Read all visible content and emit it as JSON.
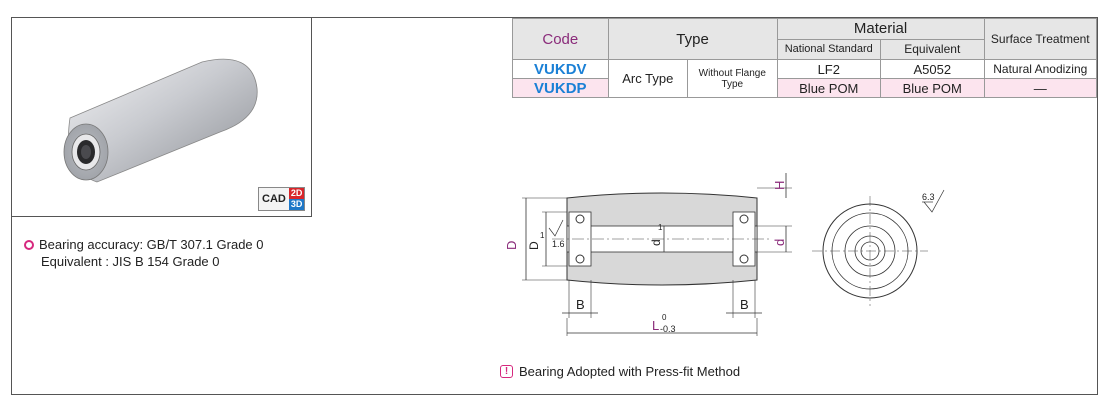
{
  "cad": {
    "label": "CAD",
    "d2": "2D",
    "d3": "3D"
  },
  "notes": {
    "bearing_accuracy": "Bearing accuracy: GB/T 307.1 Grade 0",
    "equivalent": "Equivalent : JIS B 154 Grade 0",
    "press_fit": "Bearing Adopted with Press-fit Method"
  },
  "table": {
    "headers": {
      "code": "Code",
      "type": "Type",
      "material": "Material",
      "national_standard": "National Standard",
      "equivalent": "Equivalent",
      "surface_treatment": "Surface Treatment"
    },
    "type_main": "Arc Type",
    "type_sub": "Without Flange Type",
    "rows": [
      {
        "code": "VUKDV",
        "national": "LF2",
        "equivalent": "A5052",
        "surface": "Natural Anodizing"
      },
      {
        "code": "VUKDP",
        "national": "Blue POM",
        "equivalent": "Blue POM",
        "surface": "—"
      }
    ]
  },
  "drawing_labels": {
    "D": "D",
    "D1": "D",
    "D1_sub": "1",
    "d1": "d",
    "d1_sub": "1",
    "d": "d",
    "H": "H",
    "B_left": "B",
    "B_right": "B",
    "L": "L",
    "tol_upper": "0",
    "tol_lower": "-0.3",
    "roughness_1": "1.6",
    "roughness_2": "6.3"
  },
  "colors": {
    "accent_pink": "#d6287e",
    "code_blue": "#1b80d6",
    "dim_purple": "#8a2b7a"
  }
}
